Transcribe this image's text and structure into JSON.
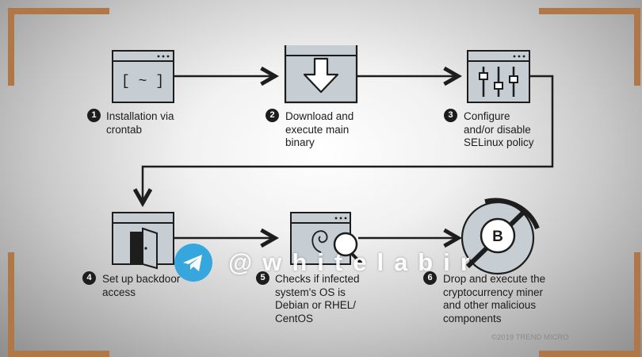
{
  "steps": [
    {
      "number": "1",
      "label": "Installation via\ncrontab"
    },
    {
      "number": "2",
      "label": "Download and\nexecute main\nbinary"
    },
    {
      "number": "3",
      "label": "Configure\nand/or disable\nSELinux policy"
    },
    {
      "number": "4",
      "label": "Set up backdoor\naccess"
    },
    {
      "number": "5",
      "label": "Checks if infected\nsystem's OS is\nDebian or RHEL/\nCentOS"
    },
    {
      "number": "6",
      "label": "Drop and execute the\ncryptocurrency miner\nand other malicious\ncomponents"
    }
  ],
  "icons": {
    "terminal_text": "[ ~ ]",
    "coin_letter": "B"
  },
  "watermark": {
    "handle": "@whitelabir"
  },
  "copyright": "©2019 TREND MICRO",
  "colors": {
    "icon_gray": "#c6cdd3",
    "dark": "#1d1d1d",
    "accent_frame": "#b07848",
    "telegram": "#2aa3de"
  }
}
